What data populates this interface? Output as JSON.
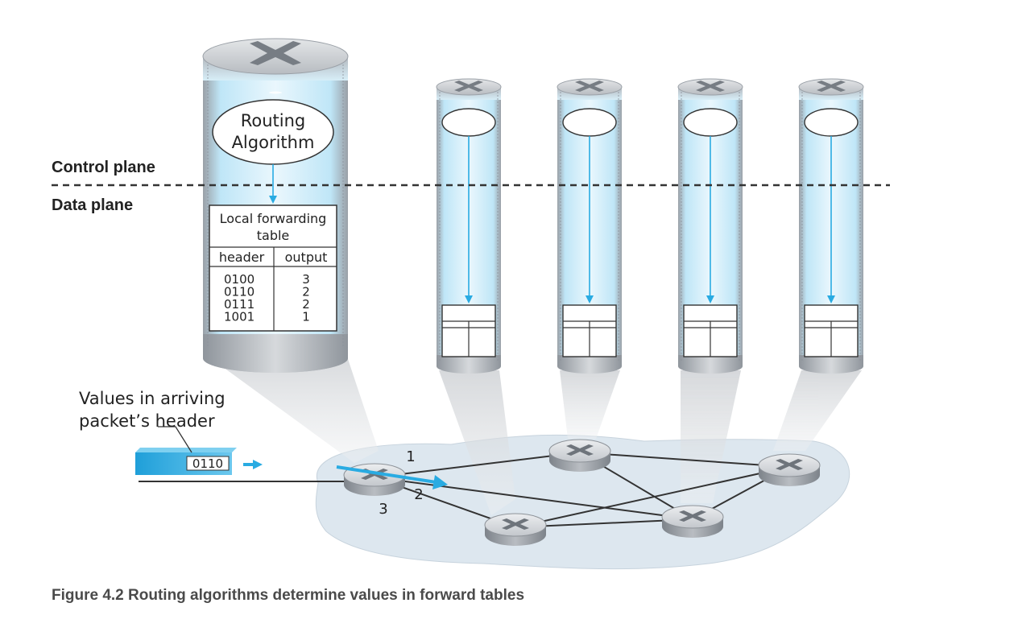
{
  "labels": {
    "control_plane": "Control plane",
    "data_plane": "Data plane",
    "routing_algorithm_line1": "Routing",
    "routing_algorithm_line2": "Algorithm",
    "table_title_line1": "Local forwarding",
    "table_title_line2": "table",
    "col_header": "header",
    "col_output": "output",
    "packet_note_line1": "Values in arriving",
    "packet_note_line2": "packet’s header",
    "packet_value": "0110",
    "port_1": "1",
    "port_2": "2",
    "port_3": "3"
  },
  "forwarding_table": [
    {
      "header": "0100",
      "output": "3"
    },
    {
      "header": "0110",
      "output": "2"
    },
    {
      "header": "0111",
      "output": "2"
    },
    {
      "header": "1001",
      "output": "1"
    }
  ],
  "caption": "Figure 4.2 Routing algorithms determine values in forward tables",
  "colors": {
    "cylinder_blue": "#bfe6f7",
    "arrow_blue": "#29abe2",
    "router_gray": "#a9adb3",
    "network_cloud": "#dce6ee",
    "text": "#222222",
    "caption": "#4a4a4a"
  }
}
